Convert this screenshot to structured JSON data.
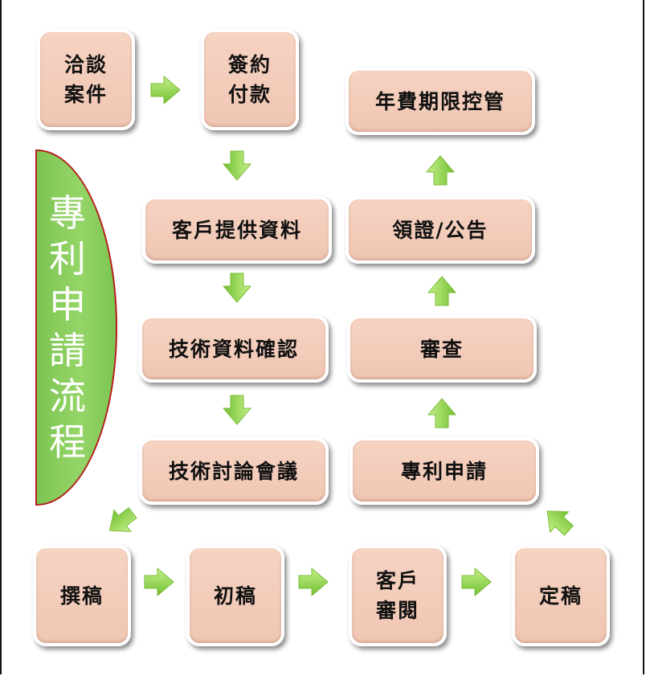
{
  "banner": {
    "title": "專利申請流程"
  },
  "steps": {
    "negotiate": "洽談\n案件",
    "sign_pay": "簽約\n付款",
    "client_provide": "客戶提供資料",
    "tech_confirm": "技術資料確認",
    "tech_meeting": "技術討論會議",
    "drafting": "撰稿",
    "first_draft": "初稿",
    "client_review": "客戶\n審閱",
    "final_draft": "定稿",
    "patent_apply": "專利申請",
    "examination": "審查",
    "certificate": "領證/公告",
    "annual_fee": "年費期限控管"
  },
  "colors": {
    "box_fill": "#f3cab8",
    "box_border": "#ffffff",
    "arrow_fill": "#8fd44a",
    "banner_fill": "#8acd5e",
    "banner_border": "#b51d1d",
    "banner_text": "#ffffff"
  }
}
